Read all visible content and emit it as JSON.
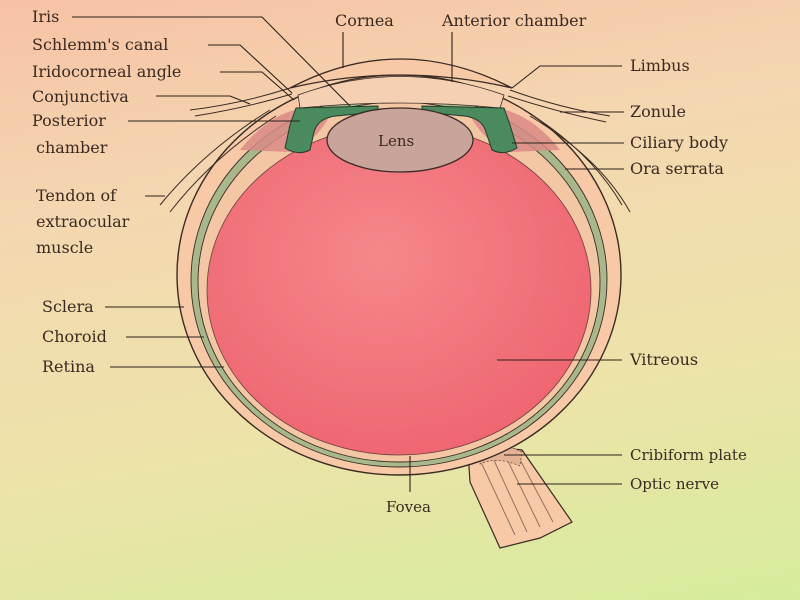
{
  "labels": {
    "iris": "Iris",
    "schlemms_canal": "Schlemm's canal",
    "iridocorneal_angle": "Iridocorneal angle",
    "conjunctiva": "Conjunctiva",
    "posterior_chamber_1": "Posterior",
    "posterior_chamber_2": "chamber",
    "tendon_1": "Tendon of",
    "tendon_2": "extraocular",
    "tendon_3": "muscle",
    "sclera": "Sclera",
    "choroid": "Choroid",
    "retina": "Retina",
    "cornea": "Cornea",
    "anterior_chamber": "Anterior chamber",
    "limbus": "Limbus",
    "zonule": "Zonule",
    "ciliary_body": "Ciliary body",
    "ora_serrata": "Ora serrata",
    "vitreous": "Vitreous",
    "cribiform_plate": "Cribiform plate",
    "optic_nerve": "Optic nerve",
    "fovea": "Fovea",
    "lens": "Lens"
  },
  "colors": {
    "vitreous": "#f0747a",
    "sclera": "#f7c9a6",
    "choroid": "#a9b88a",
    "ciliary": "#4a8a5e",
    "lens": "#c9a49a",
    "outline": "#3a2b25"
  }
}
